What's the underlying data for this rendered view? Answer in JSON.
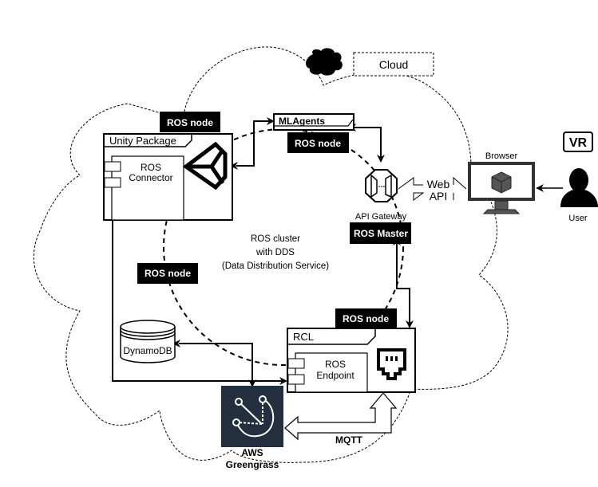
{
  "legend": {
    "cloud_label": "Cloud",
    "cloud_icon": "cloud-icon"
  },
  "cluster": {
    "line1": "ROS cluster",
    "line2": "with DDS",
    "line3": "(Data Distribution Service)"
  },
  "badges": {
    "unity_node": "ROS node",
    "mlagents_node": "ROS node",
    "left_node": "ROS node",
    "rcl_node": "ROS node",
    "master": "ROS Master"
  },
  "unity_package": {
    "title": "Unity Package",
    "component_line1": "ROS",
    "component_line2": "Connector",
    "icon": "unity-logo-icon"
  },
  "mlagents": {
    "title": "MLAgents"
  },
  "api_gateway": {
    "label": "API Gateway",
    "icon": "api-gateway-icon"
  },
  "web_api": {
    "line1": "Web",
    "line2": "API"
  },
  "browser": {
    "label": "Browser",
    "icon": "monitor-cube-icon"
  },
  "user": {
    "label": "User",
    "badge": "VR",
    "icon": "user-icon"
  },
  "rcl": {
    "title": "RCL",
    "component_line1": "ROS",
    "component_line2": "Endpoint",
    "icon": "ethernet-port-icon"
  },
  "dynamodb": {
    "label": "DynamoDB",
    "icon": "database-icon"
  },
  "greengrass": {
    "line1": "AWS",
    "line2": "Greengrass",
    "icon": "greengrass-icon",
    "bg_color": "#232f3e"
  },
  "mqtt": {
    "label": "MQTT"
  }
}
